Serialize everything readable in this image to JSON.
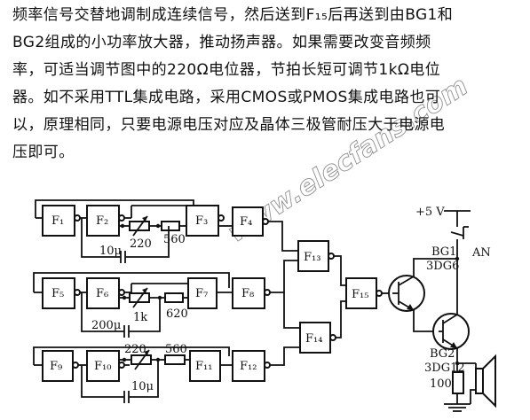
{
  "paragraph": {
    "lines": [
      "频率信号交替地调制成连续信号，然后送到F₁₅后再送到由BG1和",
      "BG2组成的小功率放大器，推动扬声器。如果需要改变音频频",
      "率，可适当调节图中的220Ω电位器，节拍长短可调节1kΩ电位",
      "器。如不采用TTL集成电路，采用CMOS或PMOS集成电路也可",
      "以，原理相同，只要电源电压对应及晶体三极管耐压大于电源电",
      "压即可。"
    ]
  },
  "diagram": {
    "watermark": "www.elecfans.com",
    "gates": {
      "f1": "F₁",
      "f2": "F₂",
      "f3": "F₃",
      "f4": "F₄",
      "f5": "F₅",
      "f6": "F₆",
      "f7": "F₇",
      "f8": "F₈",
      "f9": "F₉",
      "f10": "F₁₀",
      "f11": "F₁₁",
      "f12": "F₁₂",
      "f13": "F₁₃",
      "f14": "F₁₄",
      "f15": "F₁₅"
    },
    "components": {
      "pot_220_top": "220",
      "res_560_top": "560",
      "cap_10u_top": "10μ",
      "pot_1k": "1k",
      "res_620": "620",
      "cap_200u": "200μ",
      "pot_220_bottom": "220",
      "res_560_bottom": "560",
      "cap_10u_bottom": "10μ",
      "res_100": "100"
    },
    "power": {
      "supply": "+5 V",
      "switch": "AN"
    },
    "transistors": {
      "bg1_name": "BG1",
      "bg1_type": "3DG6",
      "bg2_name": "BG2",
      "bg2_type": "3DG12"
    }
  }
}
